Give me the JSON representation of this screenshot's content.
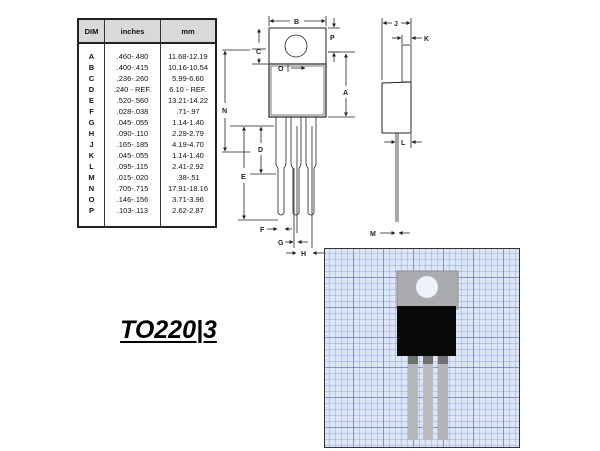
{
  "package_title": "TO220|3",
  "dimension_table": {
    "headers": [
      "DIM",
      "inches",
      "mm"
    ],
    "rows": [
      {
        "dim": "A",
        "inches": ".460-.480",
        "mm": "11.68-12.19"
      },
      {
        "dim": "B",
        "inches": ".400-.415",
        "mm": "10.16-10.54"
      },
      {
        "dim": "C",
        "inches": ".236-.260",
        "mm": "5.99-6.60"
      },
      {
        "dim": "D",
        "inches": ".240 - REF.",
        "mm": "6.10 - REF."
      },
      {
        "dim": "E",
        "inches": ".520-.560",
        "mm": "13.21-14.22"
      },
      {
        "dim": "F",
        "inches": ".028-.038",
        "mm": ".71-.97"
      },
      {
        "dim": "G",
        "inches": ".045-.055",
        "mm": "1.14-1.40"
      },
      {
        "dim": "H",
        "inches": ".090-.110",
        "mm": "2.29-2.79"
      },
      {
        "dim": "J",
        "inches": ".165-.185",
        "mm": "4.19-4.70"
      },
      {
        "dim": "K",
        "inches": ".045-.055",
        "mm": "1.14-1.40"
      },
      {
        "dim": "L",
        "inches": ".095-.115",
        "mm": "2.41-2.92"
      },
      {
        "dim": "M",
        "inches": ".015-.020",
        "mm": ".38-.51"
      },
      {
        "dim": "N",
        "inches": ".705-.715",
        "mm": "17.91-18.16"
      },
      {
        "dim": "O",
        "inches": ".146-.156",
        "mm": "3.71-3.96"
      },
      {
        "dim": "P",
        "inches": ".103-.113",
        "mm": "2.62-2.87"
      }
    ]
  },
  "diagram_labels": {
    "front": [
      "B",
      "P",
      "C",
      "O",
      "A",
      "N",
      "D",
      "E",
      "F",
      "G",
      "H"
    ],
    "side": [
      "J",
      "K",
      "L",
      "M"
    ]
  },
  "colors": {
    "table_header_bg": "#d9d9d9",
    "grid_paper": "#dde6f6",
    "tab_metal": "#a7a9ac",
    "body_black": "#0a0a0a"
  }
}
